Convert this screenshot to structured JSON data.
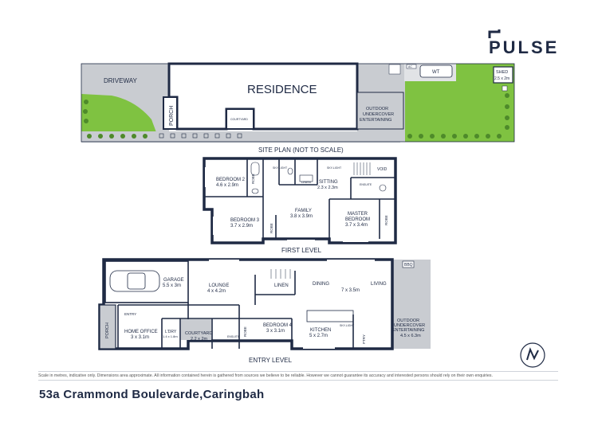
{
  "brand": {
    "name": "PULSE"
  },
  "site_plan": {
    "caption": "SITE PLAN (NOT TO SCALE)",
    "driveway": "DRIVEWAY",
    "residence": "RESIDENCE",
    "porch": "PORCH",
    "courtyard": "COURTYARD",
    "outdoor": [
      "OUTDOOR",
      "UNDERCOVER",
      "ENTERTAINING"
    ],
    "wt": "WT",
    "ac": "AC",
    "shed": {
      "name": "SHED",
      "size": "2.5 x 2m"
    }
  },
  "first_level": {
    "caption": "FIRST LEVEL",
    "bedroom2": {
      "name": "BEDROOM 2",
      "size": "4.6 x 2.9m"
    },
    "bedroom3": {
      "name": "BEDROOM 3",
      "size": "3.7 x 2.9m"
    },
    "family": {
      "name": "FAMILY",
      "size": "3.8 x 3.9m"
    },
    "sitting": {
      "name": "SITTING",
      "size": "2.3 x 2.3m"
    },
    "master": {
      "name": "MASTER",
      "name2": "BEDROOM",
      "size": "3.7 x 3.4m"
    },
    "robe": "ROBE",
    "linen": "LINEN",
    "skylight": "SKY-LIGHT",
    "void": "VOID",
    "ensuite": "ENSUITE"
  },
  "entry_level": {
    "caption": "ENTRY LEVEL",
    "garage": {
      "name": "GARAGE",
      "size": "5.5 x 3m"
    },
    "lounge": {
      "name": "LOUNGE",
      "size": "4 x 4.2m"
    },
    "linen": "LINEN",
    "dining": "DINING",
    "living": "LIVING",
    "dining_size": "7 x 3.5m",
    "bbq": "BBQ",
    "entry": "ENTRY",
    "porch": "PORCH",
    "home_office": {
      "name": "HOME OFFICE",
      "size": "3 x 3.1m"
    },
    "ldry": {
      "name": "L'DRY",
      "size": "1.4 x 1.8m"
    },
    "courtyard": {
      "name": "COURTYARD",
      "size": "2.2 x 2m"
    },
    "ensuite": "ENSUITE",
    "bedroom4": {
      "name": "BEDROOM 4",
      "size": "3 x 3.1m"
    },
    "kitchen": {
      "name": "KITCHEN",
      "size": "5 x 2.7m"
    },
    "skylight": "SKY-LIGHT",
    "outdoor": {
      "lines": [
        "OUTDOOR",
        "UNDERCOVER",
        "ENTERTAINING"
      ],
      "size": "4.5 x 6.3m"
    },
    "pantry": "PTRY",
    "robe": "ROBE"
  },
  "disclaimer": "Scale in metres, indicative only. Dimensions area approximate. All information contained herein is gathered from sources we believe to be reliable. However we cannot guarantee its accuracy and interested persons should rely on their own enquiries.",
  "address": "53a Crammond Boulevarde,Caringbah",
  "colors": {
    "navy": "#1f2a44",
    "grass": "#7fc241",
    "paving": "#c9ccd1",
    "tree": "#4e8a2a"
  },
  "icons": {
    "logo": "pulse-logo-icon",
    "compass": "north-compass-icon"
  }
}
